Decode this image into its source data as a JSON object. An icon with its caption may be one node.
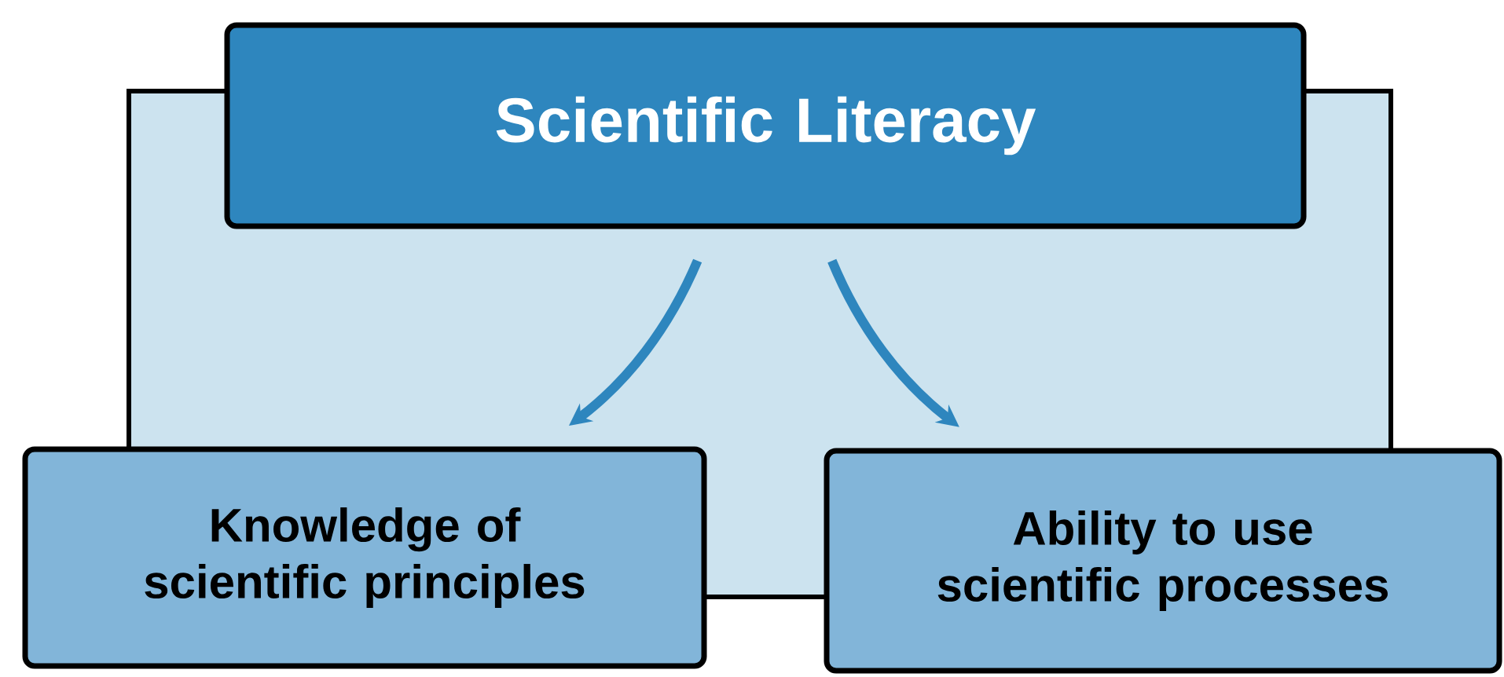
{
  "diagram": {
    "nodes": [
      {
        "text": [
          "Scientific Literacy"
        ]
      },
      {
        "text": [
          "Knowledge of scientific principles"
        ]
      },
      {
        "text": [
          "Ability to use scientific processes"
        ]
      }
    ],
    "edges": [
      {
        "from": 0,
        "to": 1,
        "arrow": "to"
      },
      {
        "from": 0,
        "to": 2,
        "arrow": "to"
      }
    ]
  }
}
